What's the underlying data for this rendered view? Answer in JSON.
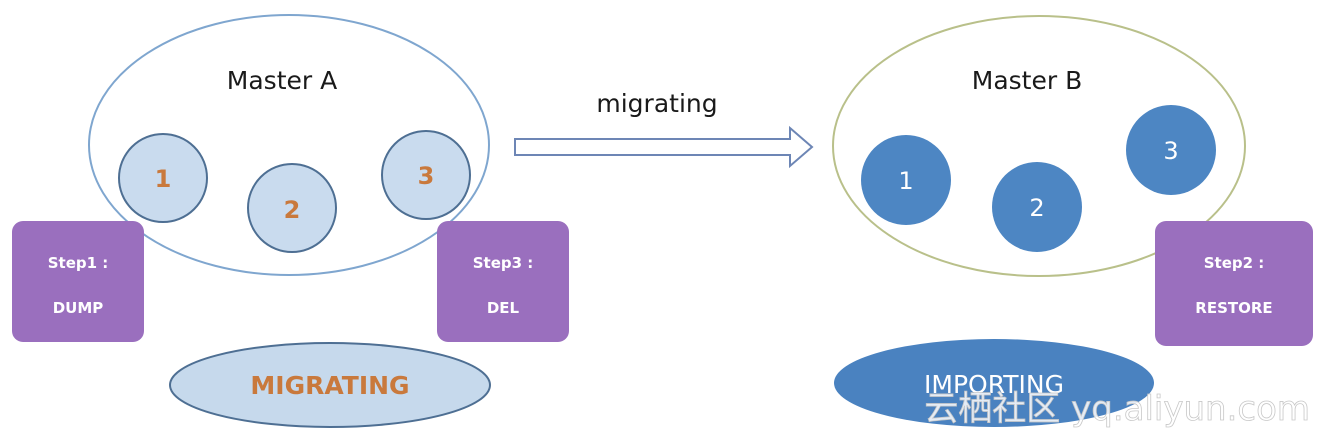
{
  "master_a": {
    "title": "Master A",
    "slots": [
      "1",
      "2",
      "3"
    ],
    "state": "MIGRATING"
  },
  "master_b": {
    "title": "Master B",
    "slots": [
      "1",
      "2",
      "3"
    ],
    "state": "IMPORTING"
  },
  "arrow": {
    "label": "migrating"
  },
  "steps": {
    "step1": {
      "line1": "Step1 :",
      "line2": "DUMP"
    },
    "step2": {
      "line1": "Step2 :",
      "line2": "RESTORE"
    },
    "step3": {
      "line1": "Step3 :",
      "line2": "DEL"
    }
  },
  "watermark": "云栖社区 yq.aliyun.com",
  "colors": {
    "master_a_outline": "#7fa6cf",
    "master_b_outline": "#b9c08a",
    "slot_a_fill": "#c9dbee",
    "slot_a_stroke": "#4e6f93",
    "slot_a_text": "#c9793c",
    "slot_b_fill": "#4d86c3",
    "step_box": "#9a6fbe",
    "migrating_pill": "#c6d9ec",
    "importing_pill": "#4a82c0",
    "arrow_outline": "#6d86b5"
  }
}
